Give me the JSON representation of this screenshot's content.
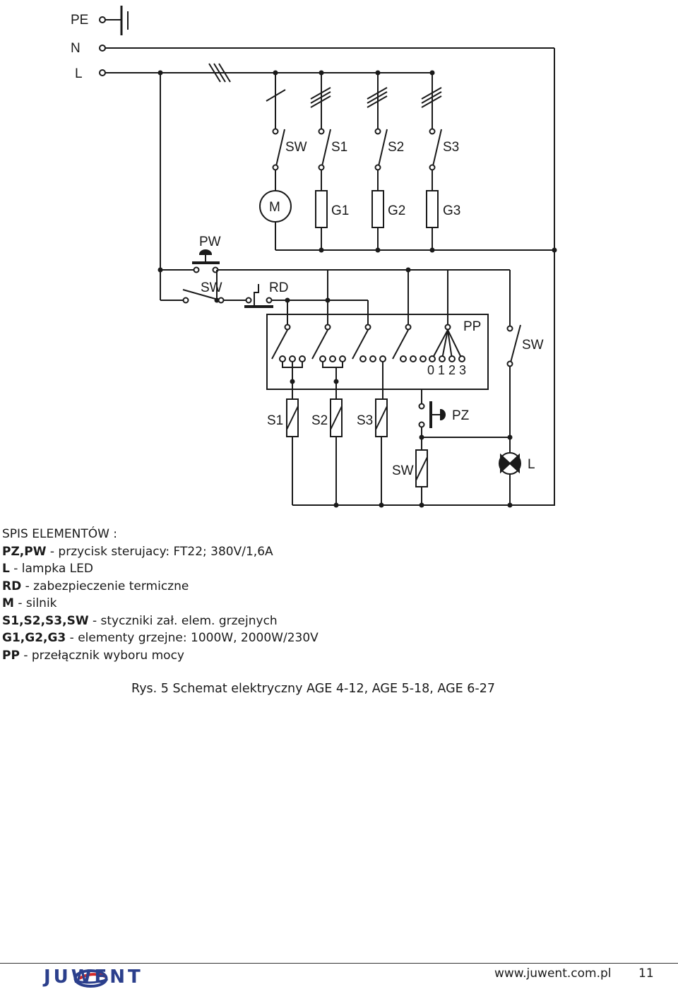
{
  "schematic": {
    "lines": {
      "pe": "PE",
      "n": "N",
      "l": "L"
    },
    "top_switches": [
      "SW",
      "S1",
      "S2",
      "S3"
    ],
    "motor": "M",
    "heaters": [
      "G1",
      "G2",
      "G3"
    ],
    "pw_button": "PW",
    "sw_switch": "SW",
    "rd_protection": "RD",
    "selector": "PP",
    "selector_positions": "0 1 2 3",
    "right_switch": "SW",
    "coils": [
      "S1",
      "S2",
      "S3"
    ],
    "sw_coil": "SW",
    "pz_button": "PZ",
    "lamp": "L"
  },
  "legend": {
    "title": "SPIS ELEMENTÓW :",
    "items": [
      {
        "code": "PZ,PW",
        "text": " - przycisk sterujacy: FT22; 380V/1,6A"
      },
      {
        "code": "L",
        "text": " - lampka LED"
      },
      {
        "code": "RD",
        "text": " - zabezpieczenie termiczne"
      },
      {
        "code": "M",
        "text": " - silnik"
      },
      {
        "code": "S1,S2,S3,SW",
        "text": " - styczniki zał. elem. grzejnych"
      },
      {
        "code": "G1,G2,G3",
        "text": " - elementy grzejne: 1000W, 2000W/230V"
      },
      {
        "code": "PP",
        "text": " - przełącznik wyboru mocy"
      }
    ]
  },
  "caption": "Rys. 5 Schemat elektryczny AGE 4-12, AGE 5-18, AGE 6-27",
  "footer": {
    "brand": "JUWENT",
    "url": "www.juwent.com.pl",
    "page": "11",
    "brand_color": "#2b3f8c",
    "accent_color": "#d42a2a"
  }
}
